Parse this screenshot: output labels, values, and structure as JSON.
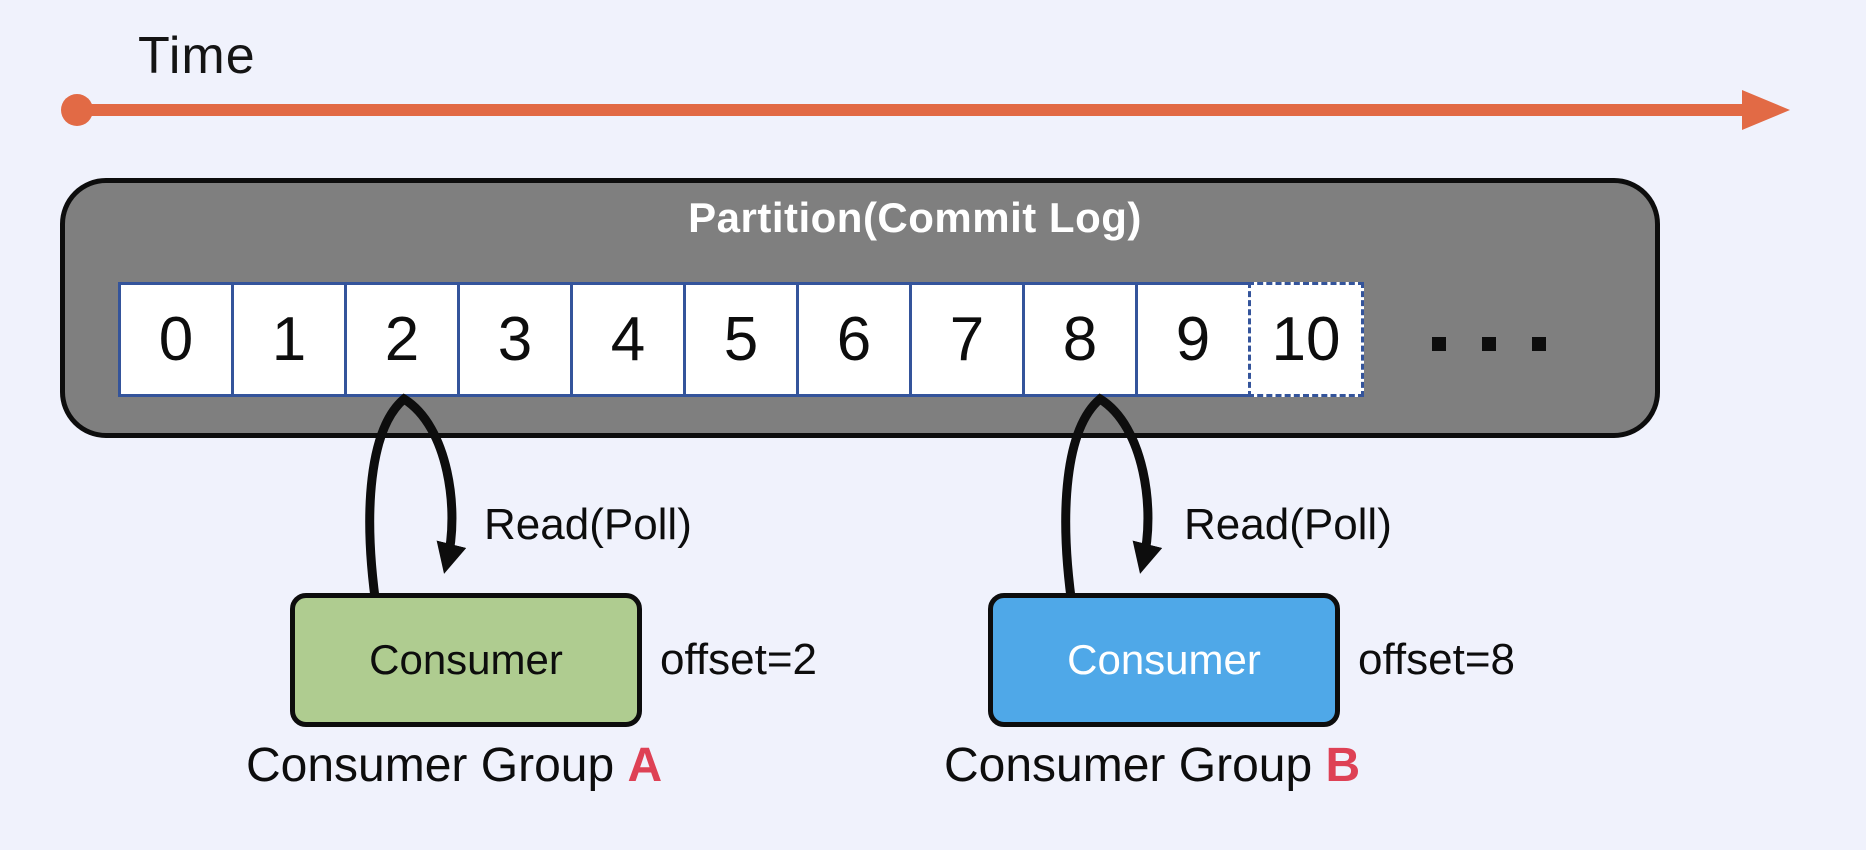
{
  "canvas": {
    "background": "#F0F2FC"
  },
  "timeline": {
    "label": "Time",
    "color": "#E26A45"
  },
  "partition": {
    "title": "Partition(Commit Log)",
    "box_color": "#7F7F7F",
    "border_color": "#0D0D0D",
    "title_color": "#FFFFFF",
    "cell_border_color": "#34549B",
    "cell_background": "#FFFFFF",
    "cells": [
      "0",
      "1",
      "2",
      "3",
      "4",
      "5",
      "6",
      "7",
      "8",
      "9",
      "10"
    ],
    "dashed_cell": "10",
    "ellipsis": "..."
  },
  "reads": [
    {
      "label": "Read(Poll)"
    },
    {
      "label": "Read(Poll)"
    }
  ],
  "arrow_color": "#0D0D0D",
  "consumers": [
    {
      "label": "Consumer",
      "fill": "#AFCC90",
      "text_color": "#0D0D0D",
      "offset_label": "offset=2",
      "group_prefix": "Consumer Group ",
      "group_letter": "A",
      "group_letter_color": "#DE4155"
    },
    {
      "label": "Consumer",
      "fill": "#4FA8E8",
      "text_color": "#FFFFFF",
      "offset_label": "offset=8",
      "group_prefix": "Consumer Group ",
      "group_letter": "B",
      "group_letter_color": "#DE4155"
    }
  ]
}
